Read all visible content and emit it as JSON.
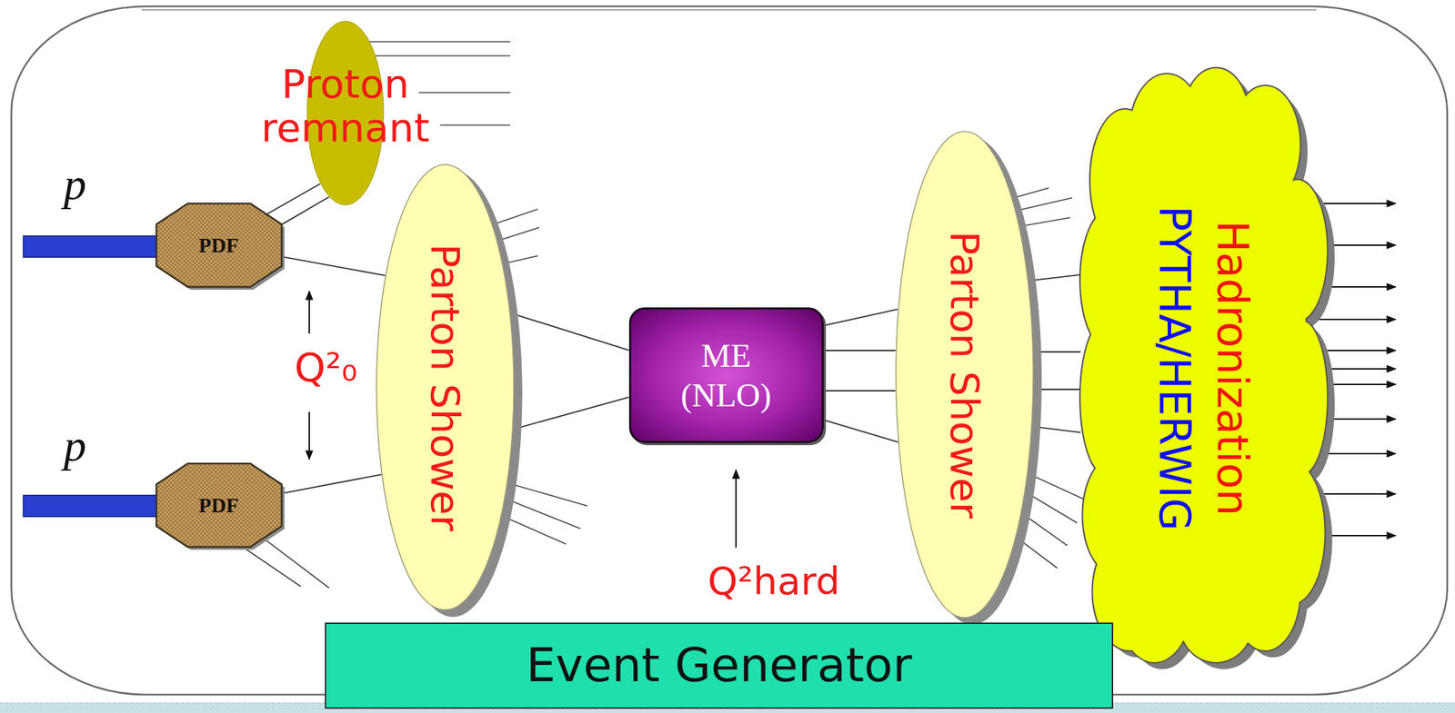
{
  "diagram": {
    "nodes": [
      {
        "text": [
          "Proton remnant"
        ]
      },
      {
        "text": [
          "PDF"
        ]
      },
      {
        "text": [
          "PDF"
        ]
      },
      {
        "text": [
          "Parton Shower"
        ]
      },
      {
        "text": [
          "ME (NLO)"
        ]
      },
      {
        "text": [
          "Parton Shower"
        ]
      },
      {
        "text": [
          "Hadronization",
          "PYTHA/HERWIG"
        ]
      },
      {
        "text": [
          "Event Generator"
        ]
      }
    ],
    "edges": [
      {
        "from": 1,
        "to": 0,
        "arrow": "none"
      },
      {
        "from": 1,
        "to": 3,
        "arrow": "none"
      },
      {
        "from": 2,
        "to": 3,
        "arrow": "none"
      },
      {
        "from": 3,
        "to": 4,
        "arrow": "none"
      },
      {
        "from": 4,
        "to": 5,
        "arrow": "none"
      },
      {
        "from": 5,
        "to": 6,
        "arrow": "none"
      }
    ],
    "labels": [
      "p",
      "p",
      "Q²₀",
      "Q²hard"
    ]
  }
}
